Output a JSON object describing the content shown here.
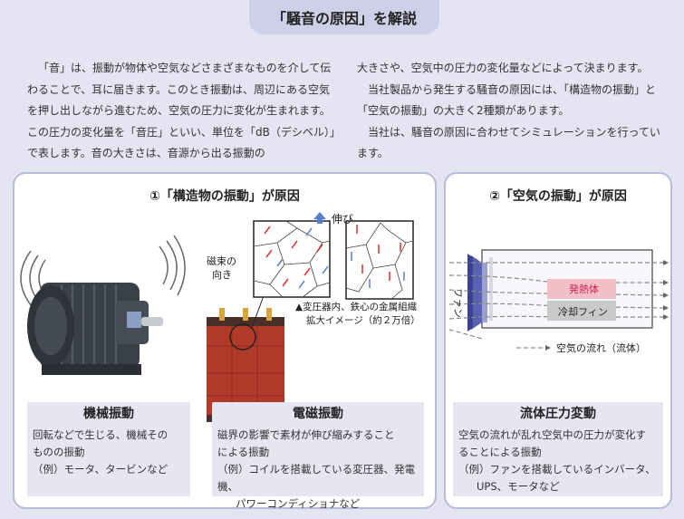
{
  "header": {
    "title": "「騒音の原因」を解説"
  },
  "intro": {
    "left": "「音」は、振動が物体や空気などさまざまなものを介して伝わることで、耳に届きます。このとき振動は、周辺にある空気を押し出しながら進むため、空気の圧力に変化が生まれます。この圧力の変化量を「音圧」といい、単位を「dB（デシベル）」で表します。音の大きさは、音源から出る振動の",
    "right_1": "大きさや、空気中の圧力の変化量などによって決まります。",
    "right_2": "当社製品から発生する騒音の原因には、「構造物の振動」と「空気の振動」の大きく2種類があります。",
    "right_3": "当社は、騒音の原因に合わせてシミュレーションを行っています。"
  },
  "panel1": {
    "title": "①「構造物の振動」が原因",
    "diagram": {
      "stretch_label": "伸び",
      "flux_label_1": "磁束の",
      "flux_label_2": "向き",
      "caption_1": "▲変圧器内、鉄心の金属組織",
      "caption_2": "拡大イメージ（約２万倍）"
    },
    "card_mech": {
      "title": "機械振動",
      "line1": "回転などで生じる、機械その",
      "line2": "ものの振動",
      "line3": "（例）モータ、タービンなど"
    },
    "card_em": {
      "title": "電磁振動",
      "line1": "磁界の影響で素材が伸び縮みすること",
      "line2": "による振動",
      "line3": "（例）コイルを搭載している変圧器、発電機、",
      "line4": "パワーコンディショナなど"
    }
  },
  "panel2": {
    "title": "②「空気の振動」が原因",
    "diagram": {
      "fan_label": "ファン",
      "heat_label": "発熱体",
      "fin_label": "冷却フィン",
      "flow_legend": "空気の流れ（流体）"
    },
    "card_fluid": {
      "title": "流体圧力変動",
      "line1": "空気の流れが乱れ空気中の圧力が変化す",
      "line2": "ることによる振動",
      "line3": "（例）ファンを搭載しているインバータ、",
      "line4": "UPS、モータなど"
    }
  },
  "colors": {
    "background": "#e4e4f2",
    "panel_border": "#b9bad8",
    "card_bg": "#e6e6f2",
    "heat": "#e06070",
    "arrow_red": "#e03030",
    "arrow_blue": "#5a7fd0"
  }
}
